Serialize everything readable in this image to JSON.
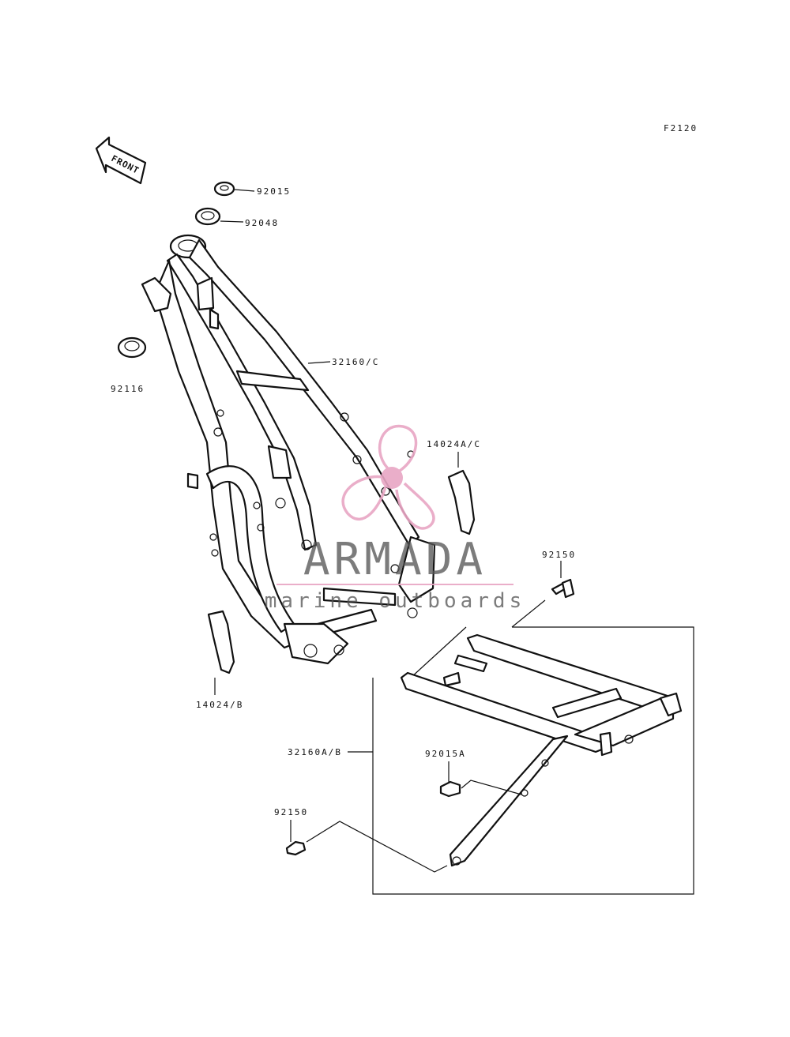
{
  "diagram": {
    "figure_code": "F2120",
    "front_label": "FRONT",
    "parts": [
      {
        "id": "p1",
        "number": "92015"
      },
      {
        "id": "p2",
        "number": "92048"
      },
      {
        "id": "p3",
        "number": "92116"
      },
      {
        "id": "p4",
        "number": "32160/C"
      },
      {
        "id": "p5",
        "number": "14024A/C"
      },
      {
        "id": "p6",
        "number": "92150"
      },
      {
        "id": "p7",
        "number": "14024/B"
      },
      {
        "id": "p8",
        "number": "32160A/B"
      },
      {
        "id": "p9",
        "number": "92015A"
      },
      {
        "id": "p10",
        "number": "92150"
      }
    ]
  },
  "watermark": {
    "brand": "ARMADA",
    "tagline": "marine outboards",
    "brand_color": "#e8a6c4",
    "text_color": "#555555"
  }
}
